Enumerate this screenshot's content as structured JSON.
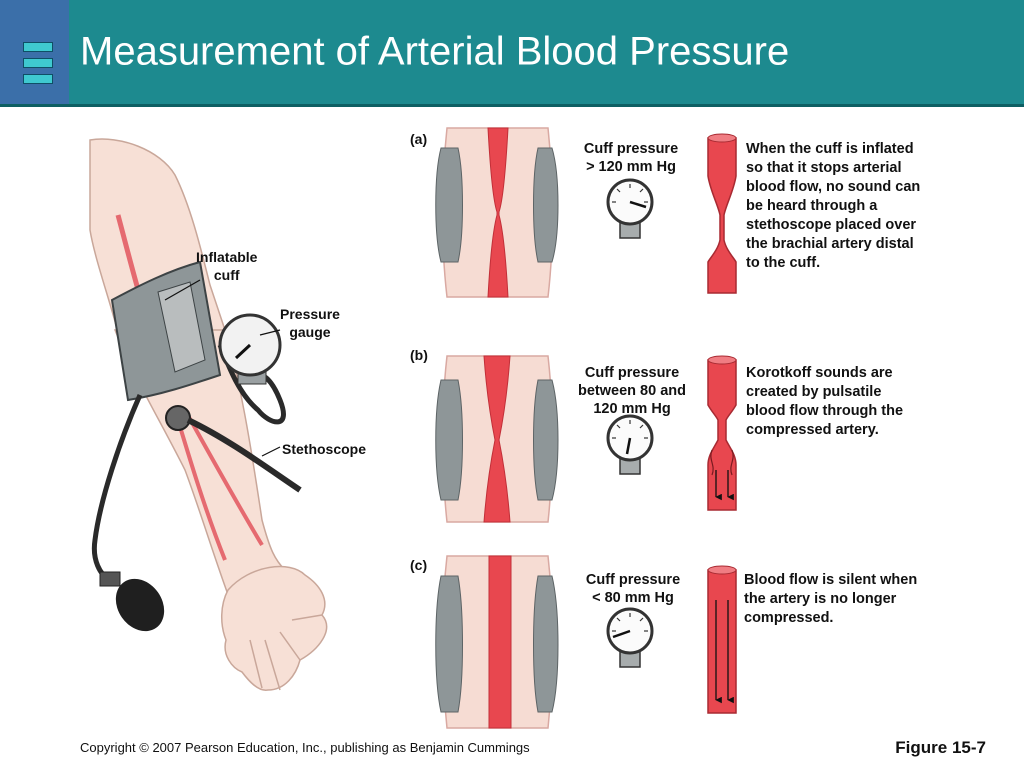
{
  "title": "Measurement of Arterial Blood Pressure",
  "arm_labels": {
    "inflatable_cuff": "Inflatable\ncuff",
    "pressure_gauge": "Pressure\ngauge",
    "stethoscope": "Stethoscope"
  },
  "panels": [
    {
      "letter": "(a)",
      "gauge_text": "Cuff pressure\n> 120 mm Hg",
      "description": "When the cuff is inflated\nso that it stops arterial\nblood flow, no sound can\nbe heard through a\nstethoscope placed over\nthe brachial artery distal\nto the cuff."
    },
    {
      "letter": "(b)",
      "gauge_text": "Cuff pressure\nbetween 80 and\n120 mm Hg",
      "description": "Korotkoff sounds are\ncreated by pulsatile\nblood flow through the\ncompressed artery."
    },
    {
      "letter": "(c)",
      "gauge_text": "Cuff pressure\n< 80 mm Hg",
      "description": "Blood flow is silent when\nthe artery is no longer\ncompressed."
    }
  ],
  "footer": {
    "copyright": "Copyright © 2007 Pearson Education, Inc., publishing as Benjamin Cummings",
    "figure": "Figure 15-7"
  },
  "colors": {
    "header": "#1d8a8f",
    "header_left": "#3b6fa9",
    "artery": "#e8474f",
    "tissue": "#f6dcd3",
    "cuff": "#8e9698"
  }
}
